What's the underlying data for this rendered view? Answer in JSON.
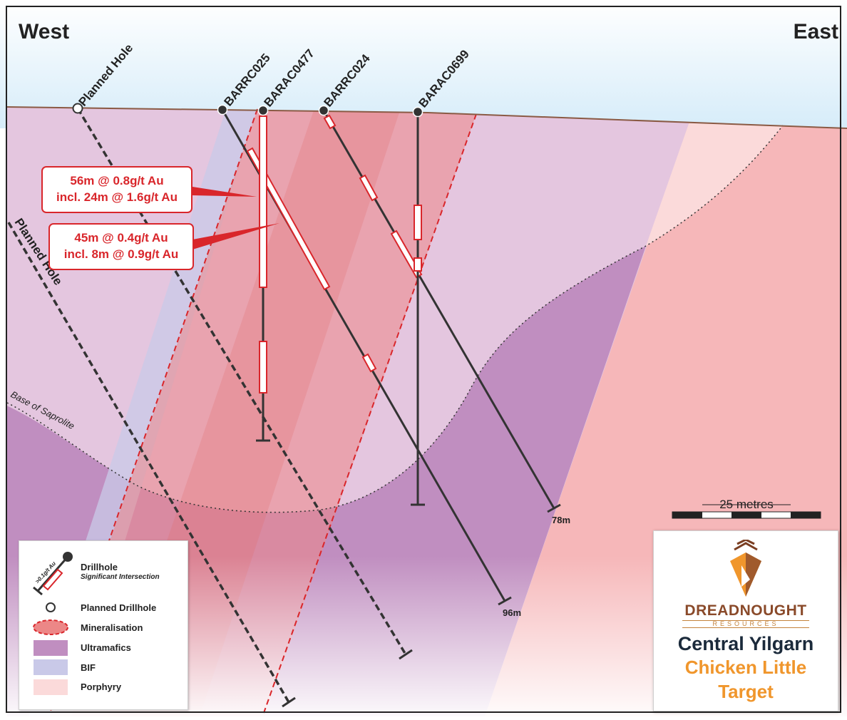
{
  "directions": {
    "west": "West",
    "east": "East"
  },
  "drillholes": [
    {
      "id": "BARRC025"
    },
    {
      "id": "BARAC0477"
    },
    {
      "id": "BARRC024"
    },
    {
      "id": "BARAC0699"
    }
  ],
  "planned_holes": [
    {
      "label": "Planned Hole"
    },
    {
      "label": "Planned Hole"
    }
  ],
  "depth_labels": {
    "barrc024": "96m",
    "barac0699": "78m"
  },
  "base_of_saprolite": "Base of Saprolite",
  "intercepts": [
    {
      "line1": "56m @ 0.8g/t Au",
      "line2": "incl. 24m @ 1.6g/t Au"
    },
    {
      "line1": "45m @ 0.4g/t Au",
      "line2": "incl. 8m @ 0.9g/t Au"
    }
  ],
  "scale_bar": {
    "label": "25 metres"
  },
  "legend": {
    "drillhole": "Drillhole",
    "significant_intersection": "Significant Intersection",
    "cutoff": ">0.1g/t Au",
    "planned_drillhole": "Planned Drillhole",
    "mineralisation": "Mineralisation",
    "ultramafics": "Ultramafics",
    "bif": "BIF",
    "porphyry": "Porphyry"
  },
  "logo": {
    "name": "DREADNOUGHT",
    "sub": "RESOURCES",
    "project": "Central Yilgarn",
    "target_line1": "Chicken Little",
    "target_line2": "Target"
  },
  "colors": {
    "mineralisation": "#ec8787",
    "ultramafics": "#c08ec0",
    "bif": "#c9c9e8",
    "porphyry": "#fbdada",
    "accent_red": "#d9262b",
    "logo_orange": "#f0962c",
    "logo_navy": "#1b2a3b"
  }
}
